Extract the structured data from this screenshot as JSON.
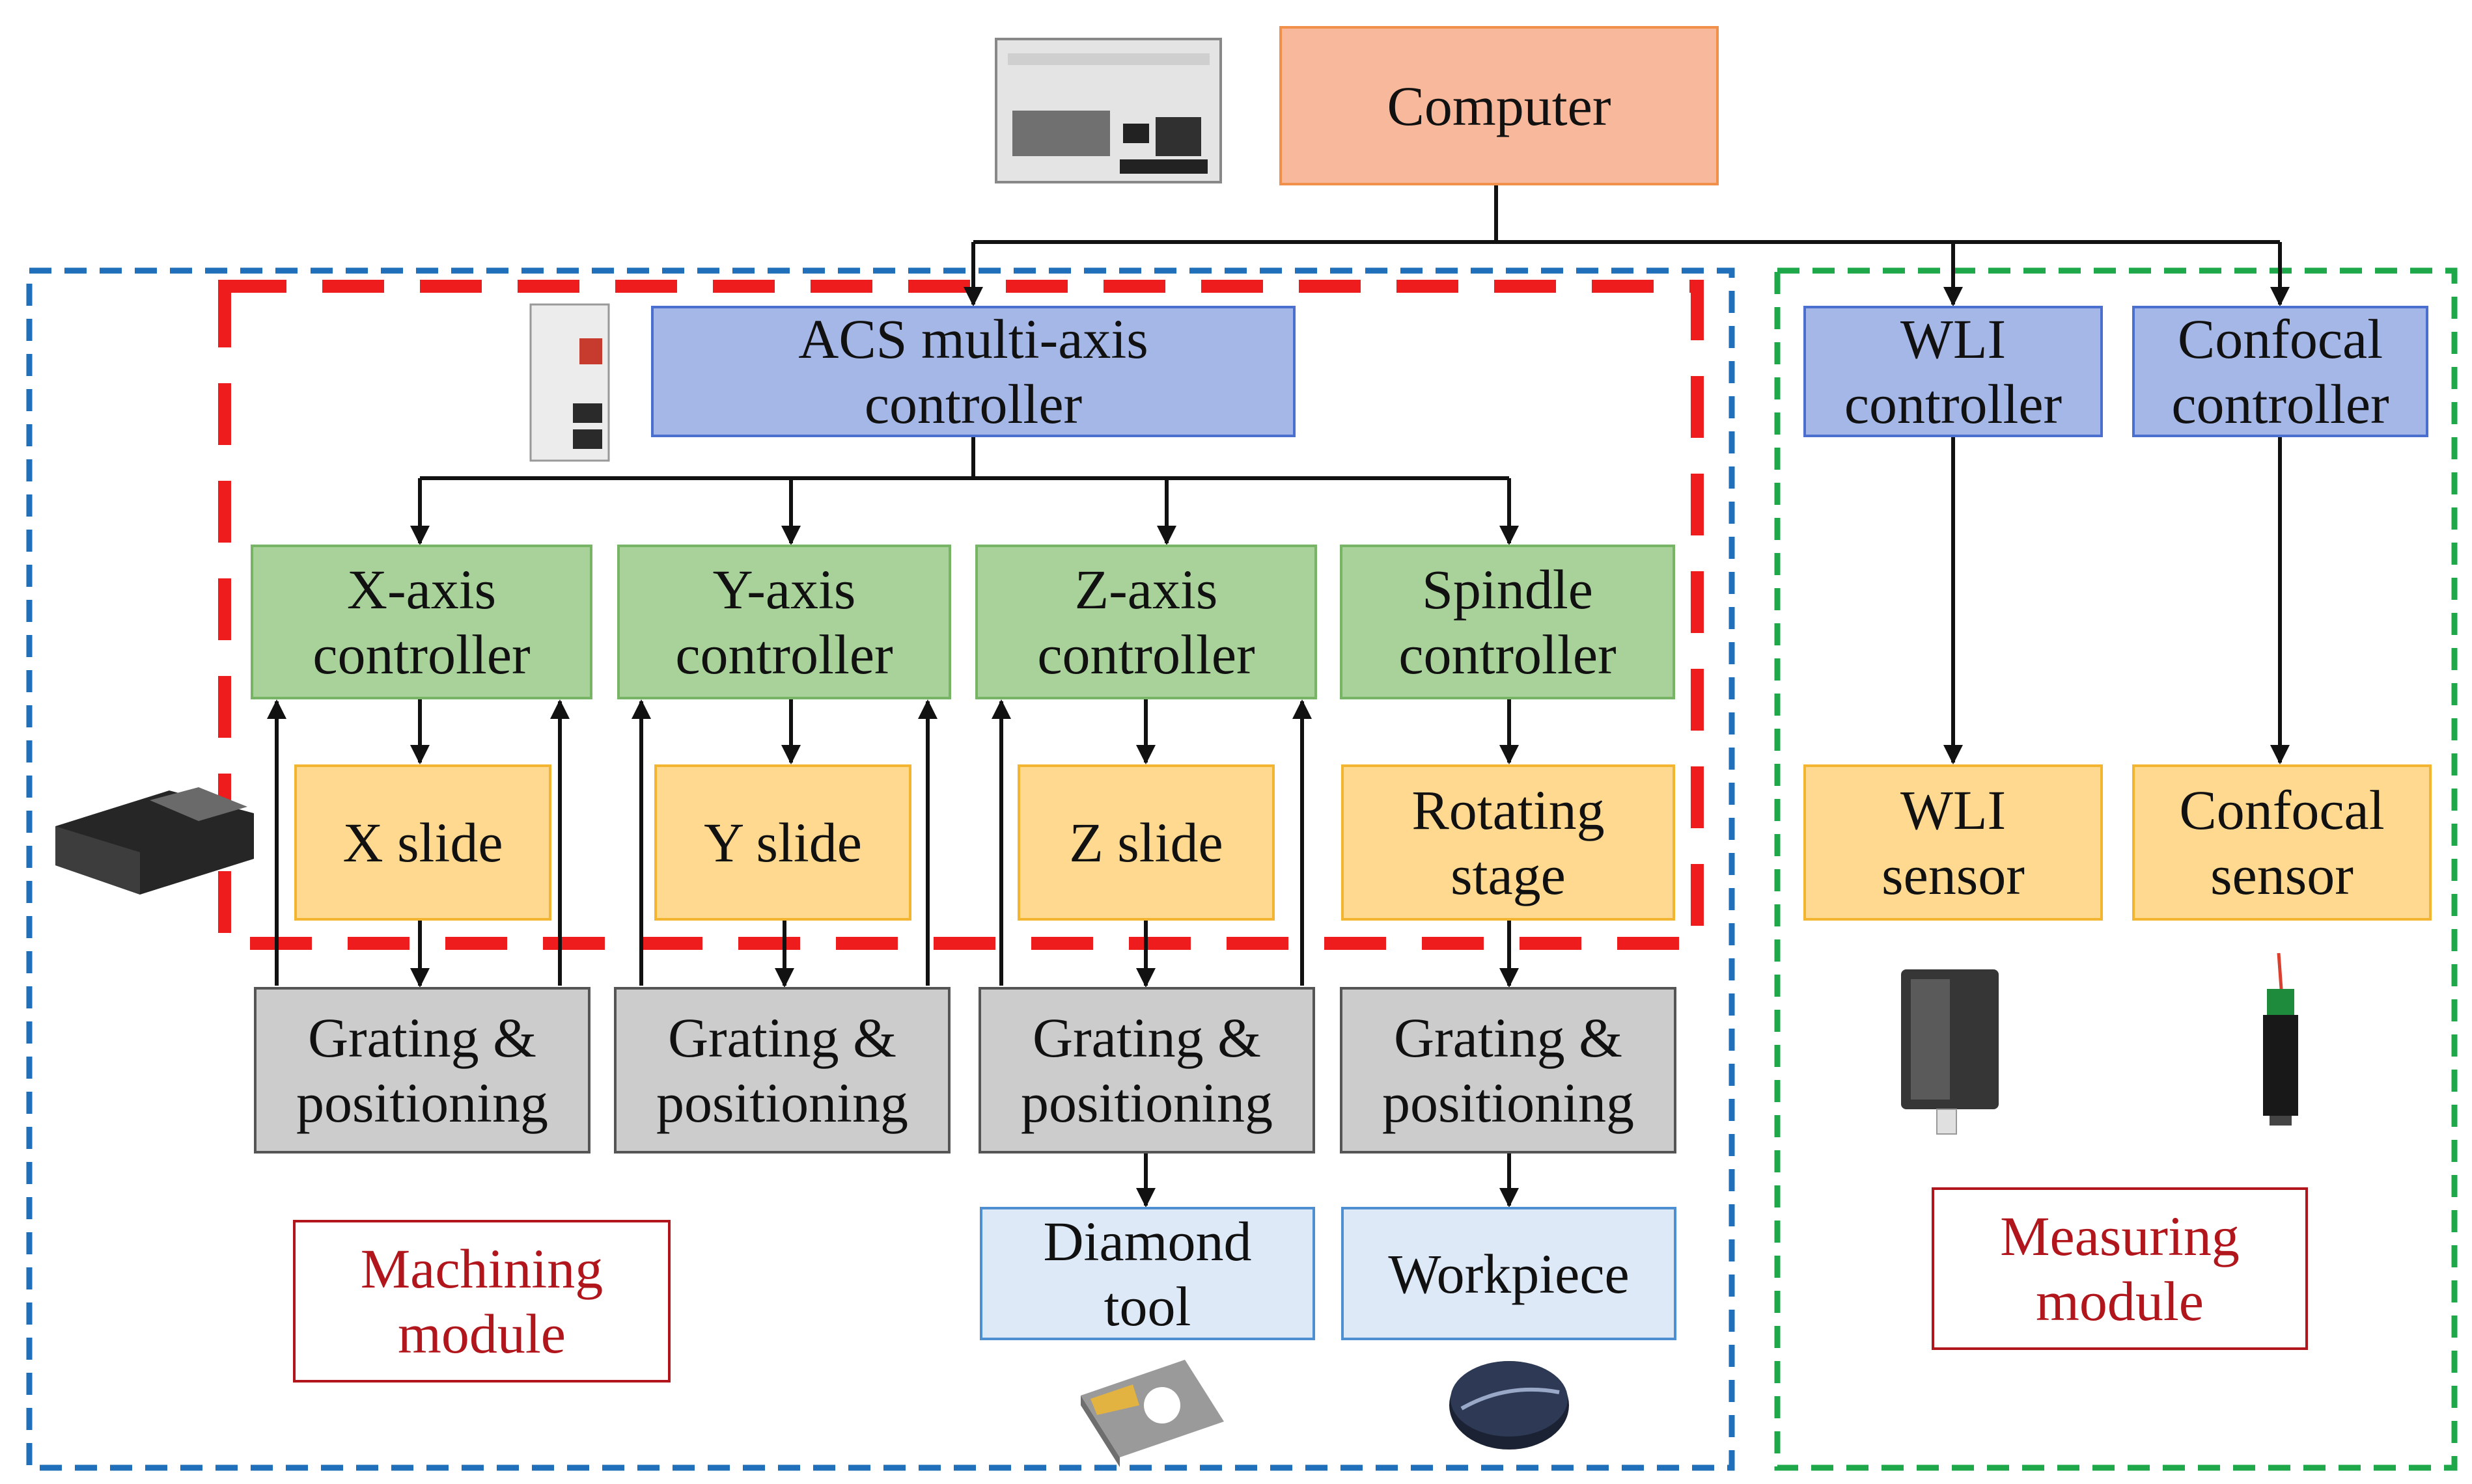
{
  "nodes": {
    "computer": "Computer",
    "acs": "ACS multi-axis\ncontroller",
    "wli_controller": "WLI\ncontroller",
    "confocal_controller": "Confocal\ncontroller",
    "x_controller": "X-axis\ncontroller",
    "y_controller": "Y-axis\ncontroller",
    "z_controller": "Z-axis\ncontroller",
    "spindle_controller": "Spindle\ncontroller",
    "x_slide": "X slide",
    "y_slide": "Y slide",
    "z_slide": "Z slide",
    "rotating_stage": "Rotating\nstage",
    "grating_x": "Grating &\npositioning",
    "grating_y": "Grating &\npositioning",
    "grating_z": "Grating &\npositioning",
    "grating_s": "Grating &\npositioning",
    "diamond_tool": "Diamond\ntool",
    "workpiece": "Workpiece",
    "wli_sensor": "WLI\nsensor",
    "confocal_sensor": "Confocal\nsensor"
  },
  "modules": {
    "machining": "Machining\nmodule",
    "measuring": "Measuring\nmodule"
  },
  "colors": {
    "computer": "#f8b89c",
    "controller_blue": "#a4b7e6",
    "controller_green": "#a9d29a",
    "actuator_yellow": "#ffd98f",
    "grating_gray": "#cccccc",
    "tool_lightblue": "#dde9f7",
    "machining_border": "#1f6fba",
    "measuring_border": "#1ea84a",
    "highlight_red": "#ee1c1c",
    "label_text": "#b0161b"
  },
  "icons": {
    "computer": "industrial-pc-icon",
    "acs": "motion-controller-icon",
    "slide": "linear-slide-icon",
    "wli": "wli-sensor-icon",
    "confocal": "confocal-probe-icon",
    "tool": "diamond-insert-icon",
    "workpiece": "wafer-icon"
  }
}
